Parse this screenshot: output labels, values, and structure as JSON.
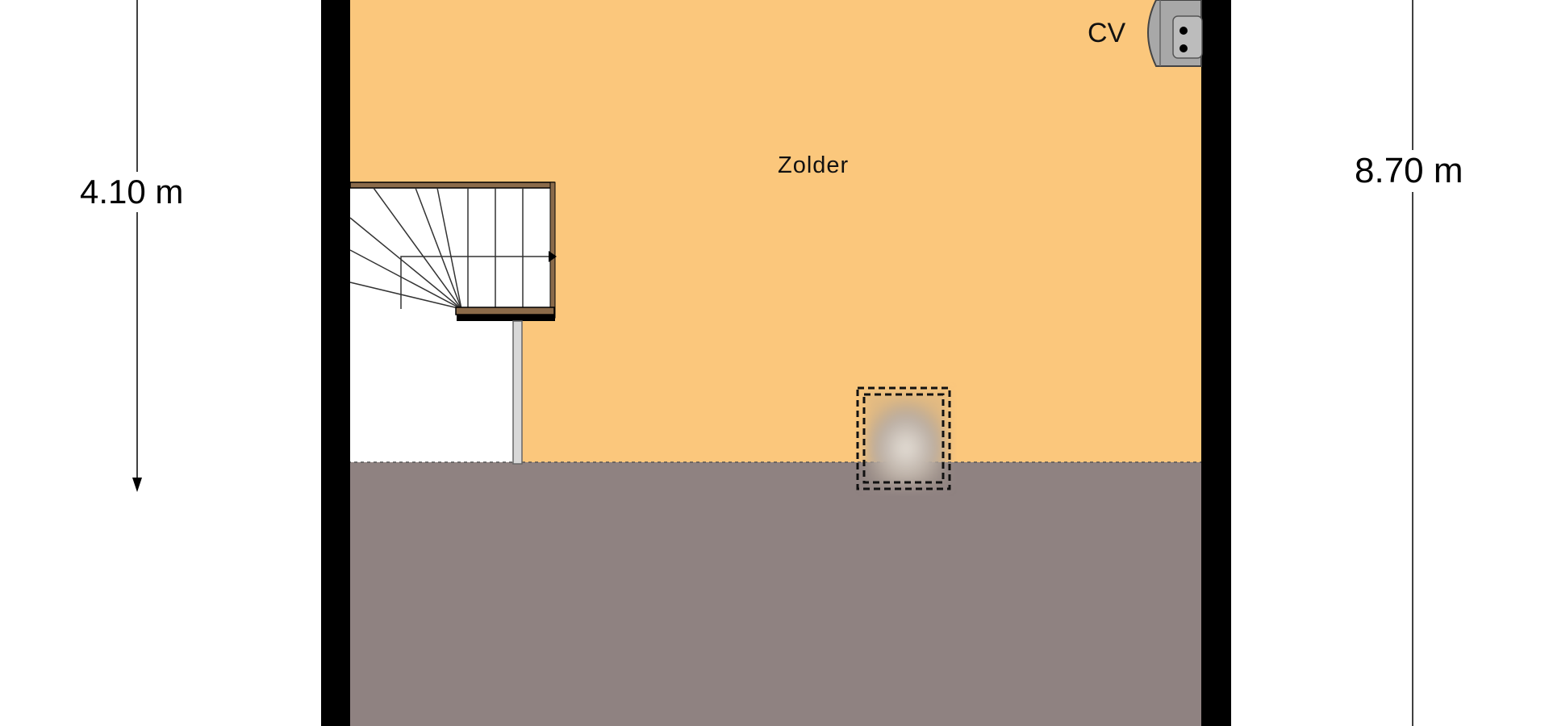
{
  "floor_plan": {
    "room_name": "Zolder",
    "boiler_label": "CV",
    "dimension_left": "4.10 m",
    "dimension_right": "8.70 m"
  },
  "colors": {
    "floor": "#fbc77c",
    "sloped_roof": "#8f8281",
    "walls": "#000000",
    "stair_tread": "#ffffff",
    "stair_railing": "#8b6b4a",
    "boiler": "#a8a8a8"
  },
  "icons": [
    "staircase-icon",
    "boiler-icon",
    "roof-hatch-icon"
  ]
}
